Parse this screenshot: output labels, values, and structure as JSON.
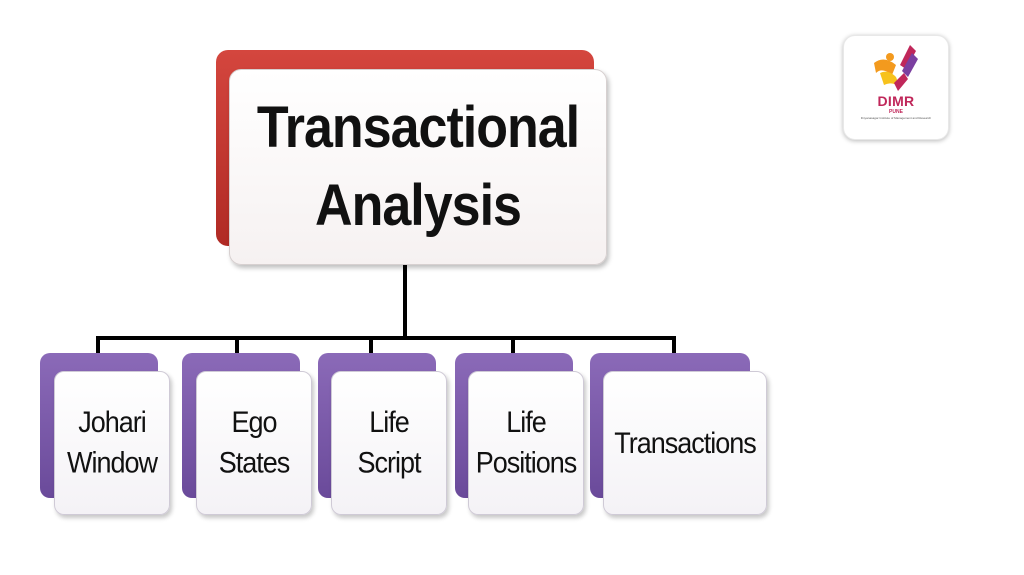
{
  "diagram": {
    "root": {
      "title": "Transactional Analysis"
    },
    "children": [
      {
        "label": "Johari\nWindow"
      },
      {
        "label": "Ego\nStates"
      },
      {
        "label": "Life\nScript"
      },
      {
        "label": "Life\nPositions"
      },
      {
        "label": "Transactions"
      }
    ]
  },
  "logo": {
    "name": "DIMR",
    "city": "PUNE",
    "tagline": "Dnyanasagar Institute of Management and Research",
    "colors": {
      "orange": "#f39a1e",
      "yellow": "#f7c21c",
      "magenta": "#c0275a",
      "purple": "#7b3fa0"
    }
  },
  "colors": {
    "root_accent": "#c0352e",
    "child_accent": "#7b5aaa",
    "connector": "#000000"
  }
}
